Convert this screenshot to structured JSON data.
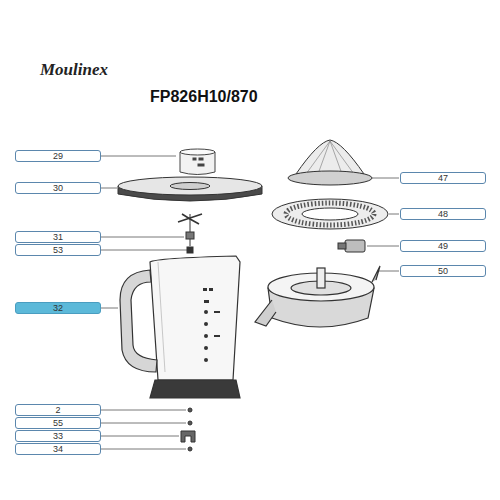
{
  "diagram": {
    "title": "FP826H10/870",
    "nodes": [
      {
        "text": [
          "29"
        ]
      },
      {
        "text": [
          "30"
        ]
      },
      {
        "text": [
          "47"
        ]
      },
      {
        "text": [
          "48"
        ]
      },
      {
        "text": [
          "31"
        ]
      },
      {
        "text": [
          "53"
        ]
      },
      {
        "text": [
          "49"
        ]
      },
      {
        "text": [
          "50"
        ]
      },
      {
        "text": [
          "32"
        ]
      },
      {
        "text": [
          "2"
        ]
      },
      {
        "text": [
          "55"
        ]
      },
      {
        "text": [
          "33"
        ]
      },
      {
        "text": [
          "34"
        ]
      }
    ],
    "labels": [
      "Moulinex"
    ]
  }
}
